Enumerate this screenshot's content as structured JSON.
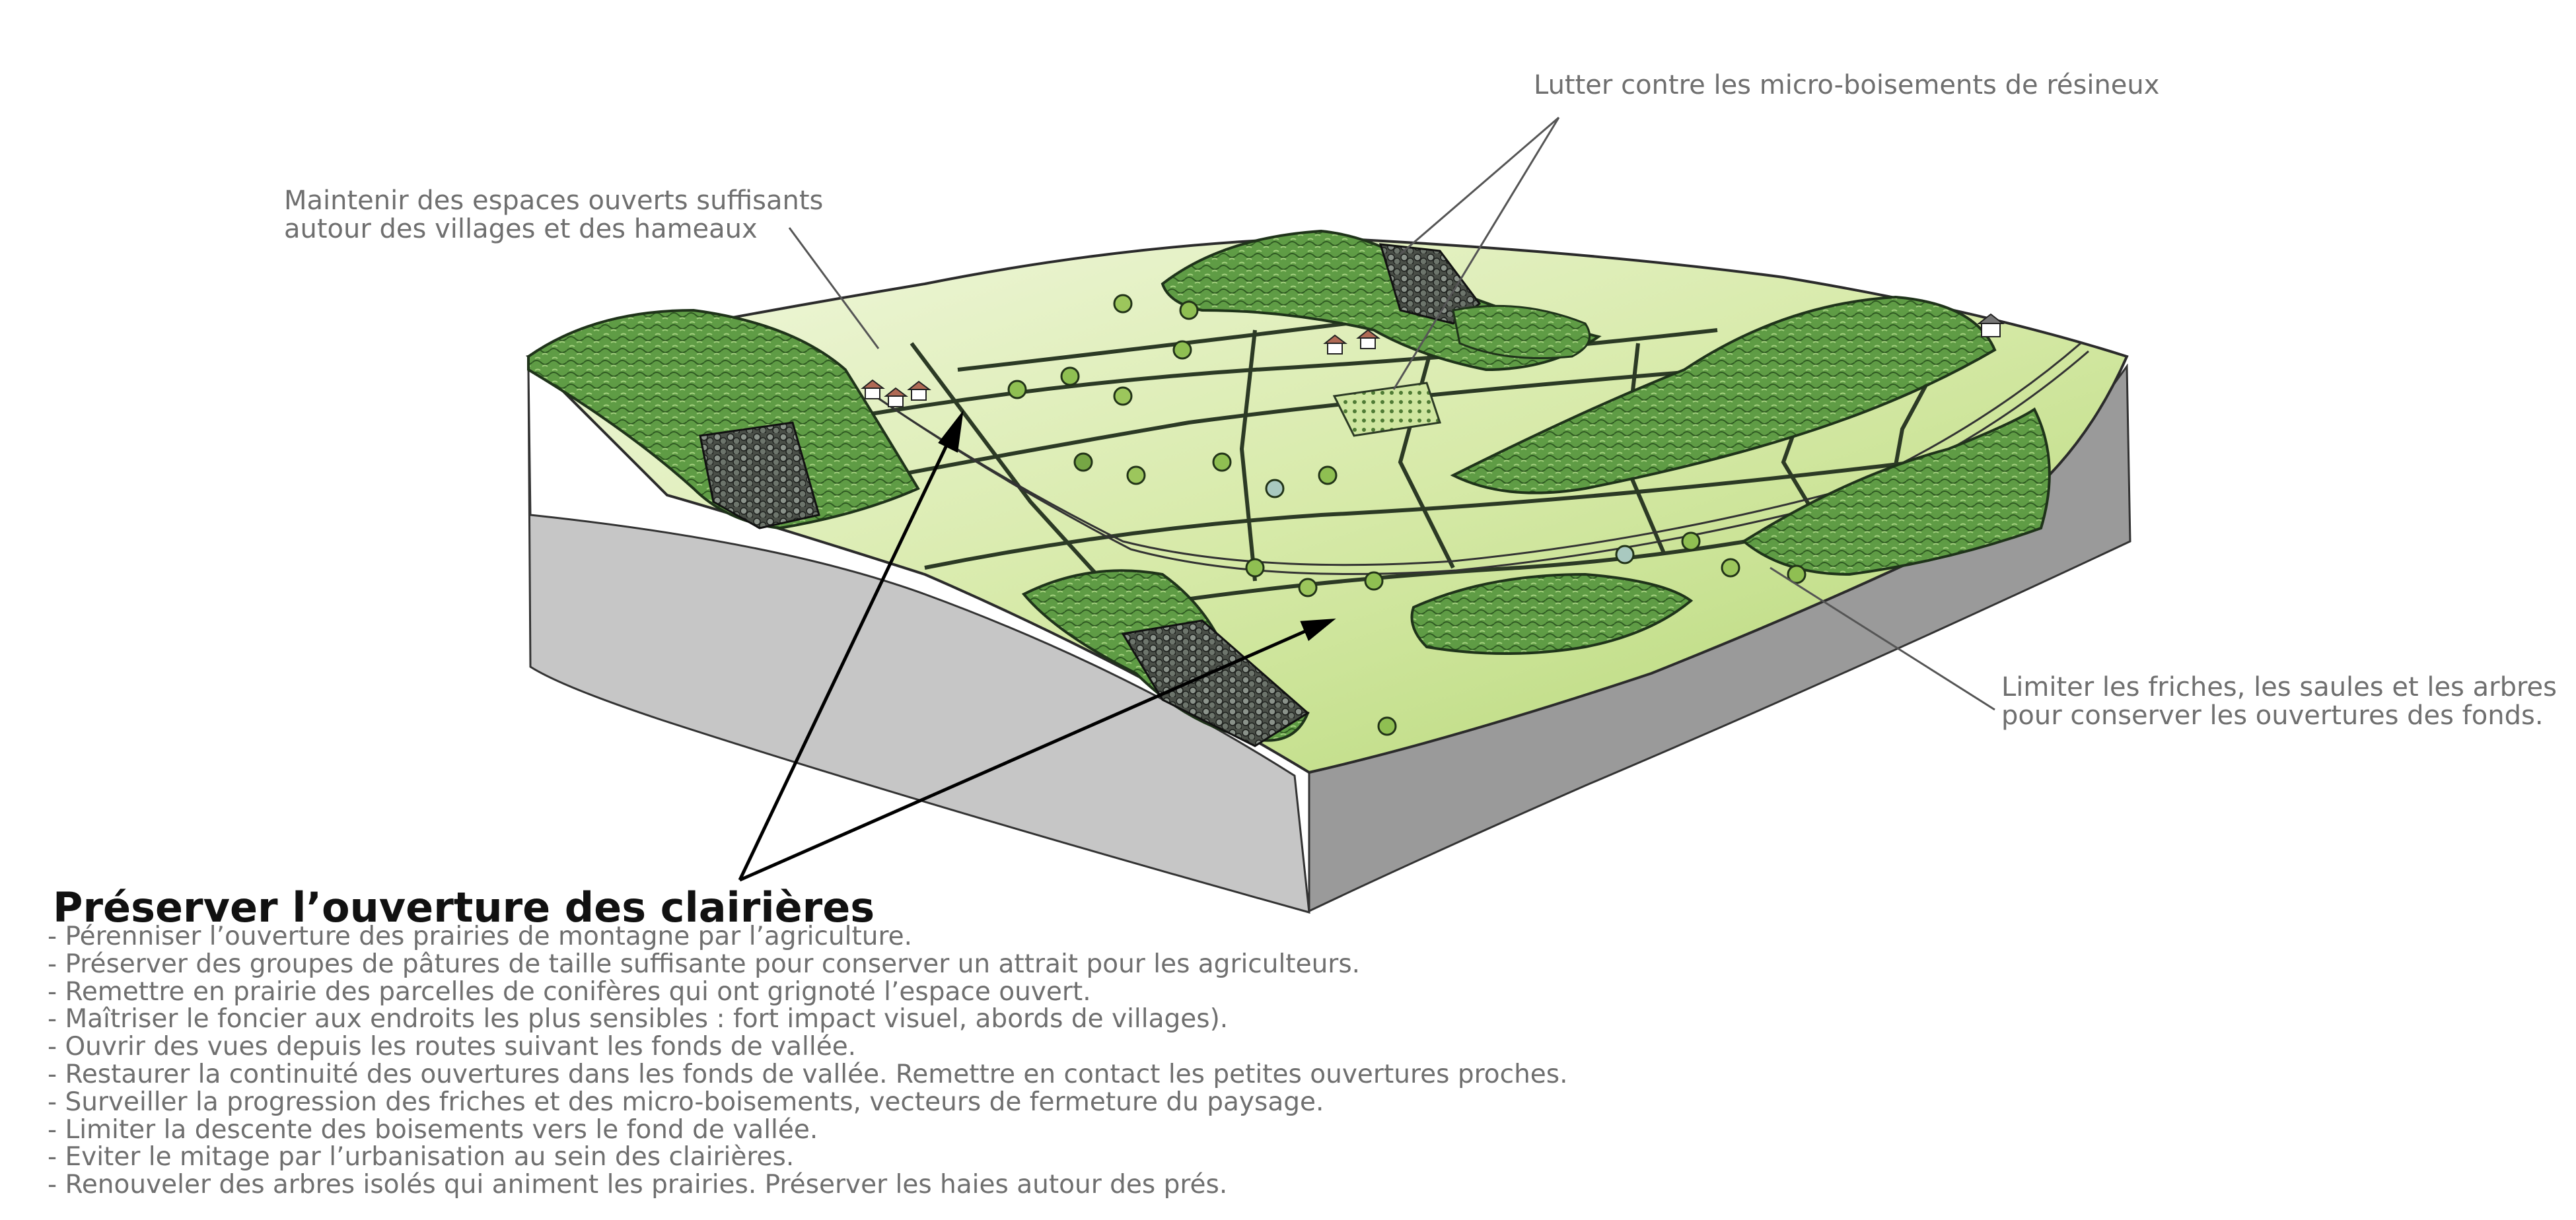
{
  "annotations": {
    "top_center": "Lutter contre les micro-boisements de résineux",
    "top_left_1": "Maintenir des espaces ouverts suffisants",
    "top_left_2": "autour des villages et des hameaux",
    "right_1": "Limiter les friches, les saules et les arbres",
    "right_2": "pour conserver les ouvertures des fonds."
  },
  "main": {
    "title": "Préserver l’ouverture des clairières",
    "bullets": [
      "- Pérenniser l’ouverture des prairies de montagne par l’agriculture.",
      "- Préserver des groupes de pâtures de taille suffisante pour conserver un attrait pour les agriculteurs.",
      "- Remettre en prairie des parcelles de conifères qui ont grignoté l’espace ouvert.",
      "- Maîtriser le foncier aux endroits les plus sensibles : fort impact visuel, abords de villages).",
      "- Ouvrir des vues depuis les routes suivant les fonds de vallée.",
      "- Restaurer la continuité des ouvertures dans les fonds de vallée. Remettre en contact les petites ouvertures proches.",
      "- Surveiller la progression des friches et des micro-boisements, vecteurs de fermeture du paysage.",
      "- Limiter la descente des boisements vers le fond de vallée.",
      "- Eviter le mitage par l’urbanisation au sein des clairières.",
      "- Renouveler des arbres isolés qui animent les prairies. Préserver les haies autour des prés."
    ]
  },
  "colors": {
    "forest": "#5f9c45",
    "meadow_light": "#e3f0c2",
    "meadow": "#bcdc7a",
    "block_side": "#c4c4c4",
    "block_side_dark": "#9a9a9a",
    "text_gray": "#6f6f6f"
  }
}
